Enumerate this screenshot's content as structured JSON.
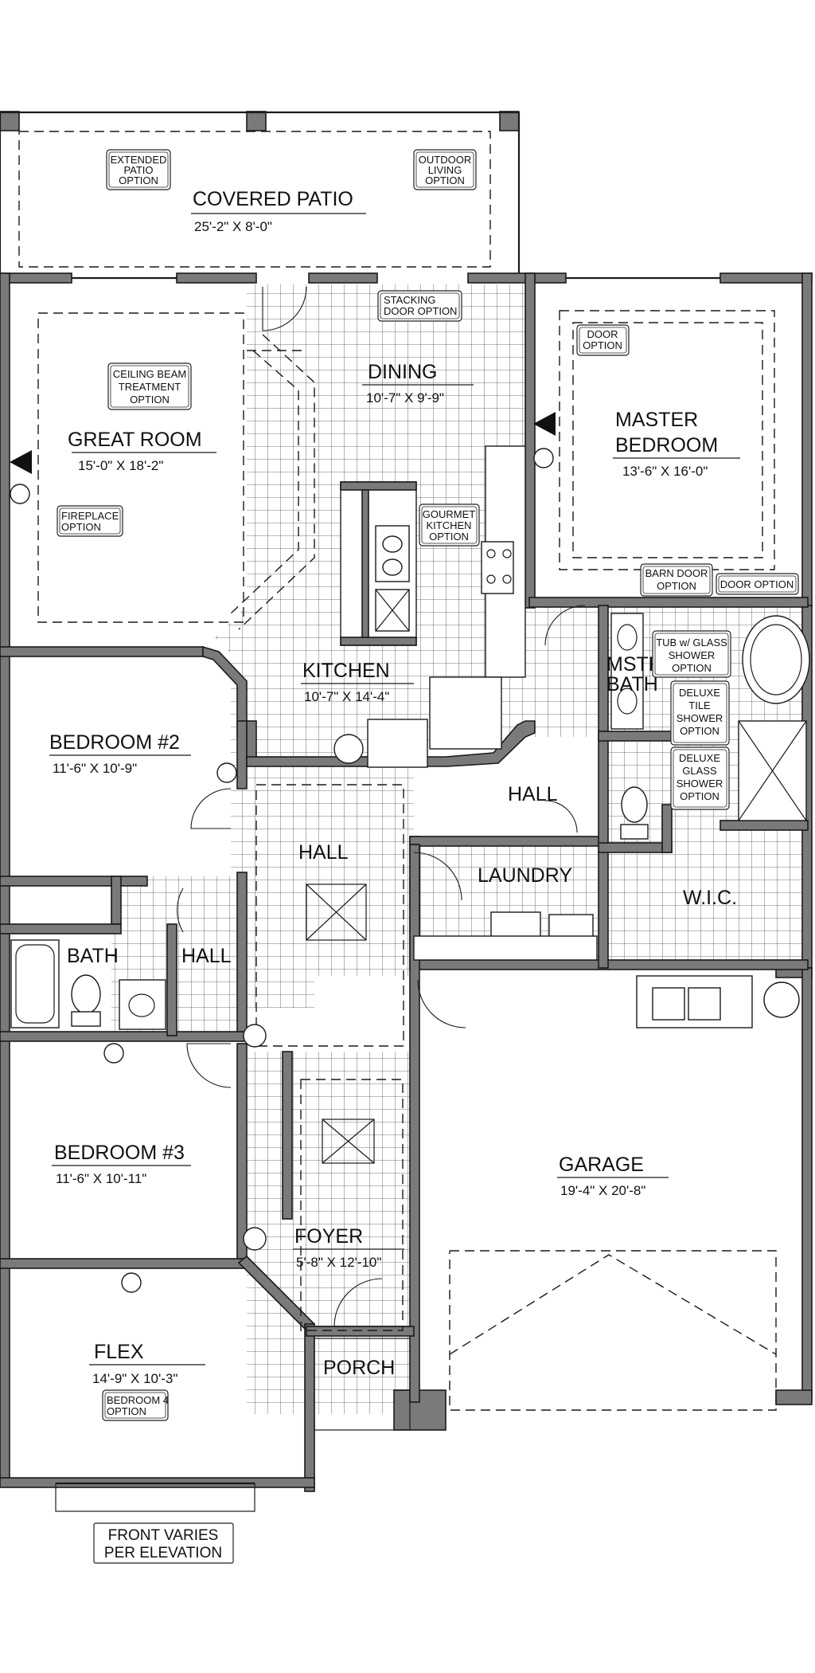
{
  "rooms": {
    "covered_patio": {
      "name": "COVERED PATIO",
      "dims": "25'-2\" X 8'-0\""
    },
    "great_room": {
      "name": "GREAT ROOM",
      "dims": "15'-0\" X 18'-2\""
    },
    "dining": {
      "name": "DINING",
      "dims": "10'-7\" X 9'-9\""
    },
    "master_bedroom": {
      "name_line1": "MASTER",
      "name_line2": "BEDROOM",
      "dims": "13'-6\" X 16'-0\""
    },
    "kitchen": {
      "name": "KITCHEN",
      "dims": "10'-7\" X 14'-4\""
    },
    "bedroom2": {
      "name": "BEDROOM #2",
      "dims": "11'-6\" X 10'-9\""
    },
    "mstr_bath": {
      "name_line1": "MSTR",
      "name_line2": "BATH"
    },
    "hall_right": {
      "name": "HALL"
    },
    "hall_center": {
      "name": "HALL"
    },
    "laundry": {
      "name": "LAUNDRY"
    },
    "wic": {
      "name": "W.I.C."
    },
    "bath": {
      "name": "BATH"
    },
    "hall_left": {
      "name": "HALL"
    },
    "bedroom3": {
      "name": "BEDROOM #3",
      "dims": "11'-6\" X 10'-11\""
    },
    "garage": {
      "name": "GARAGE",
      "dims": "19'-4\" X 20'-8\""
    },
    "foyer": {
      "name": "FOYER",
      "dims": "5'-8\" X 12'-10\""
    },
    "porch": {
      "name": "PORCH"
    },
    "flex": {
      "name": "FLEX",
      "dims": "14'-9\" X 10'-3\""
    }
  },
  "options": {
    "extended_patio": [
      "EXTENDED",
      "PATIO",
      "OPTION"
    ],
    "outdoor_living": [
      "OUTDOOR",
      "LIVING",
      "OPTION"
    ],
    "stacking_door": [
      "STACKING",
      "DOOR OPTION"
    ],
    "door_master": [
      "DOOR",
      "OPTION"
    ],
    "ceiling_beam": [
      "CEILING BEAM",
      "TREATMENT",
      "OPTION"
    ],
    "fireplace": [
      "FIREPLACE",
      "OPTION"
    ],
    "gourmet_kitchen": [
      "GOURMET",
      "KITCHEN",
      "OPTION"
    ],
    "barn_door": [
      "BARN DOOR",
      "OPTION"
    ],
    "door_option_wic": [
      "DOOR OPTION"
    ],
    "tub_glass_shower": [
      "TUB w/ GLASS",
      "SHOWER",
      "OPTION"
    ],
    "deluxe_tile_shower": [
      "DELUXE",
      "TILE",
      "SHOWER",
      "OPTION"
    ],
    "deluxe_glass_shower": [
      "DELUXE",
      "GLASS",
      "SHOWER",
      "OPTION"
    ],
    "bedroom4": [
      "BEDROOM 4",
      "OPTION"
    ]
  },
  "notes": {
    "front_line1": "FRONT VARIES",
    "front_line2": "PER ELEVATION"
  }
}
